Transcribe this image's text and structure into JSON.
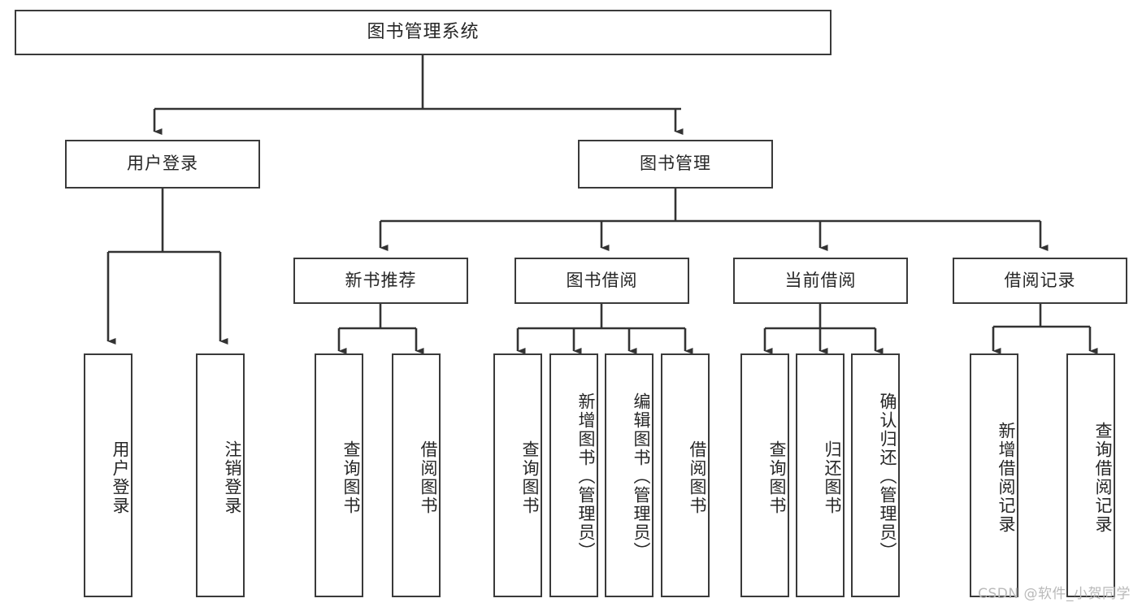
{
  "diagram": {
    "title": "图书管理系统",
    "type": "tree",
    "watermark": "CSDN @软件_小贺同学",
    "colors": {
      "border": "#3a3a3a",
      "text": "#262626",
      "background": "#ffffff",
      "connector": "#333333",
      "watermark": "#b9b9b9"
    },
    "nodes": {
      "root": {
        "label": "图书管理系统"
      },
      "level2": [
        {
          "label": "用户登录"
        },
        {
          "label": "图书管理"
        }
      ],
      "level3": [
        {
          "label": "新书推荐"
        },
        {
          "label": "图书借阅"
        },
        {
          "label": "当前借阅"
        },
        {
          "label": "借阅记录"
        }
      ],
      "leaves": {
        "user_login": [
          {
            "label": "用户登录"
          },
          {
            "label": "注销登录"
          }
        ],
        "new_book_recommend": [
          {
            "label": "查询图书"
          },
          {
            "label": "借阅图书"
          }
        ],
        "book_borrow": [
          {
            "label": "查询图书"
          },
          {
            "label": "新增图书（管理员）"
          },
          {
            "label": "编辑图书（管理员）"
          },
          {
            "label": "借阅图书"
          }
        ],
        "current_borrow": [
          {
            "label": "查询图书"
          },
          {
            "label": "归还图书"
          },
          {
            "label": "确认归还（管理员）"
          }
        ],
        "borrow_record": [
          {
            "label": "新增借阅记录"
          },
          {
            "label": "查询借阅记录"
          }
        ]
      }
    }
  }
}
